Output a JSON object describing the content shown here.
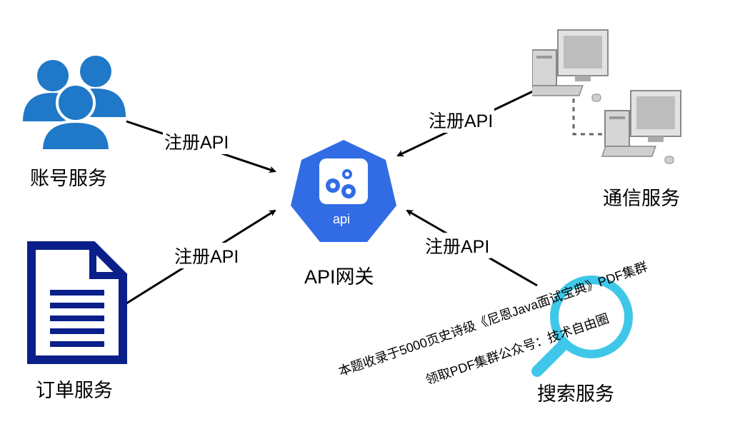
{
  "nodes": {
    "account": "账号服务",
    "order": "订单服务",
    "gateway": "API网关",
    "gateway_badge": "api",
    "comm": "通信服务",
    "search": "搜索服务"
  },
  "edges": {
    "account": "注册API",
    "order": "注册API",
    "comm": "注册API",
    "search": "注册API"
  },
  "watermark": {
    "line1": "本题收录于5000页史诗级《尼恩Java面试宝典》PDF集群",
    "line2": "领取PDF集群公众号：技术自由圈"
  },
  "colors": {
    "users_blue": "#1f78c8",
    "doc_navy": "#0b1f8a",
    "gateway_blue": "#326ce5",
    "magnifier_cyan": "#3ec7e8"
  },
  "icons": [
    "users-icon",
    "document-icon",
    "gateway-gear-icon",
    "computers-icon",
    "magnifier-icon"
  ]
}
